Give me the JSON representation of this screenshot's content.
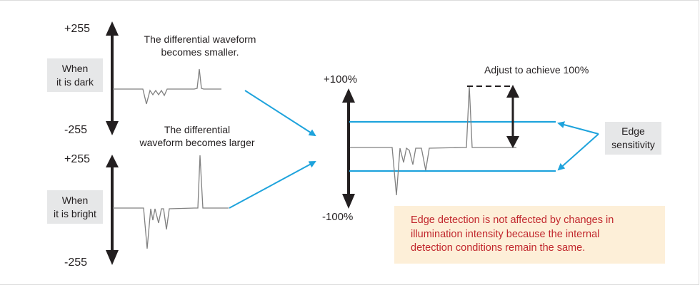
{
  "colors": {
    "axis": "#231f20",
    "waveform": "#808080",
    "accent_blue": "#1ea3dc",
    "label_box": "#e6e7e8",
    "note_bg": "#fdefd8",
    "note_text": "#c1272d"
  },
  "dark_panel": {
    "axis_top": "+255",
    "axis_bottom": "-255",
    "condition_lines": [
      "When",
      "it is dark"
    ],
    "caption_lines": [
      "The differential waveform",
      "becomes smaller."
    ]
  },
  "bright_panel": {
    "axis_top": "+255",
    "axis_bottom": "-255",
    "condition_lines": [
      "When",
      "it is bright"
    ],
    "caption_lines": [
      "The differential",
      "waveform becomes larger"
    ]
  },
  "normalized_panel": {
    "axis_top": "+100%",
    "axis_bottom": "-100%",
    "adjust_label": "Adjust to achieve 100%",
    "edge_sensitivity_lines": [
      "Edge",
      "sensitivity"
    ]
  },
  "note": {
    "lines": [
      "Edge detection is not affected by changes in",
      "illumination intensity because the internal",
      "detection conditions remain the same."
    ]
  },
  "icons": [
    "double-arrow-vertical-icon",
    "arrow-right-icon",
    "arrow-left-icon"
  ]
}
